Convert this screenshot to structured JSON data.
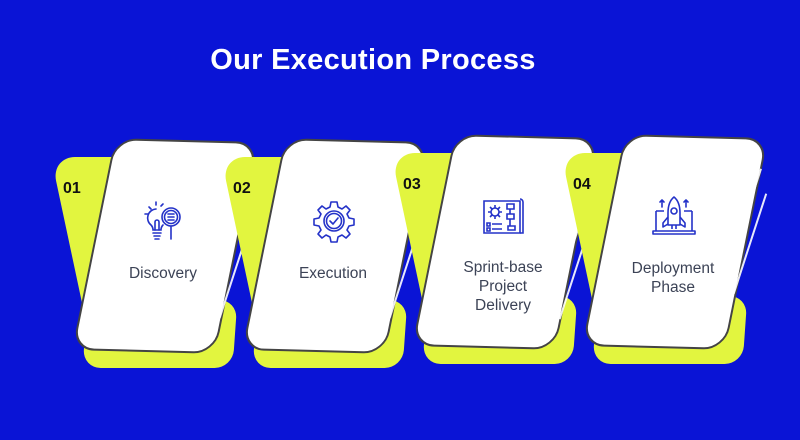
{
  "title": "Our Execution Process",
  "colors": {
    "background": "#0a14d6",
    "accent": "#e2f53f",
    "card": "#ffffff",
    "icon": "#2432c8",
    "text": "#3c4356"
  },
  "steps": [
    {
      "number": "01",
      "label_lines": [
        "Discovery"
      ],
      "icon": "lightbulb-magnifier-icon"
    },
    {
      "number": "02",
      "label_lines": [
        "Execution"
      ],
      "icon": "gear-check-icon"
    },
    {
      "number": "03",
      "label_lines": [
        "Sprint-base",
        "Project",
        "Delivery"
      ],
      "icon": "blueprint-flowchart-icon"
    },
    {
      "number": "04",
      "label_lines": [
        "Deployment",
        "Phase"
      ],
      "icon": "rocket-laptop-icon"
    }
  ]
}
